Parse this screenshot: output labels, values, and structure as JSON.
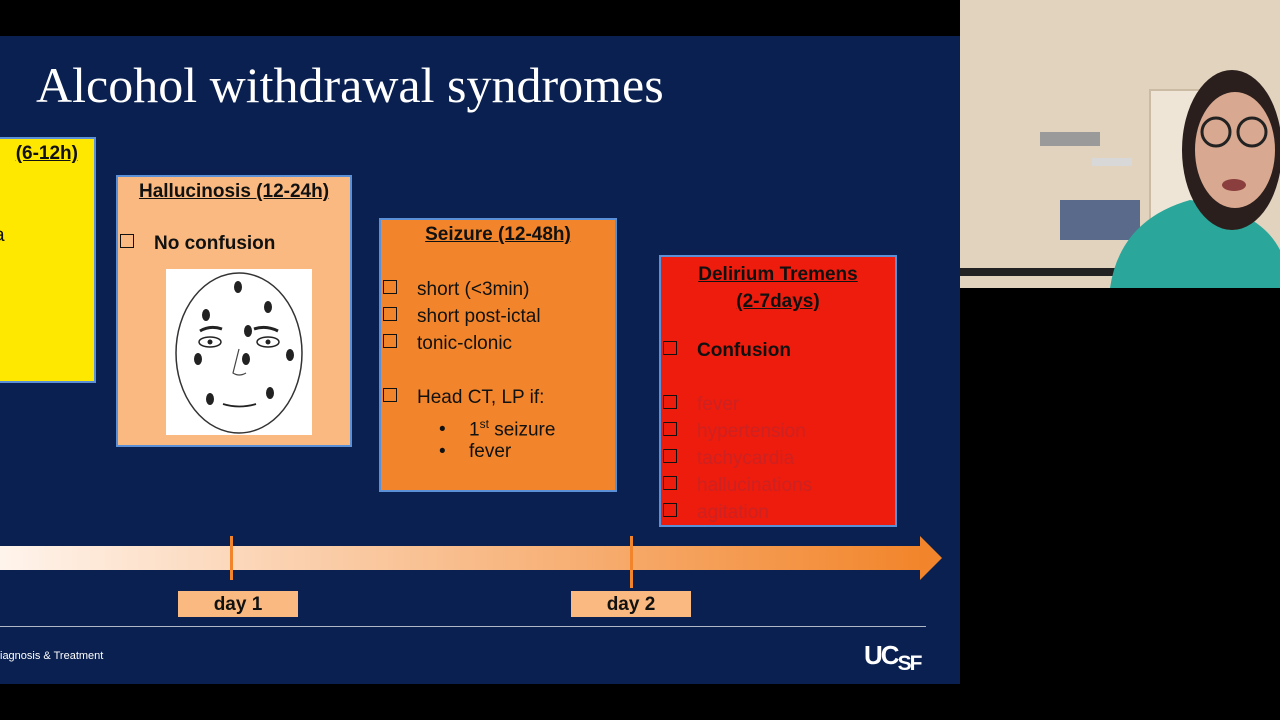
{
  "slide": {
    "title": "Alcohol withdrawal syndromes",
    "footer_text": "iagnosis & Treatment",
    "logo": {
      "uc": "UC",
      "sf": "SF"
    }
  },
  "stages": {
    "yellow": {
      "header": "(6-12h)",
      "clip_text": "a"
    },
    "hallucinosis": {
      "header": "Hallucinosis (12-24h)",
      "item": "No confusion"
    },
    "seizure": {
      "header": "Seizure (12-48h)",
      "items": [
        "short (<3min)",
        "short post-ictal",
        "tonic-clonic"
      ],
      "ct_item": "Head CT, LP if:",
      "sub_first_pre": "1",
      "sub_first_sup": "st",
      "sub_first_post": " seizure",
      "sub_fever": "fever"
    },
    "dt": {
      "header_line1": "Delirium Tremens",
      "header_line2": "(2-7days)",
      "confusion": "Confusion",
      "symptoms": [
        "fever",
        "hypertension",
        "tachycardia",
        "hallucinations",
        "agitation"
      ]
    }
  },
  "timeline": {
    "day1": "day 1",
    "day2": "day 2"
  },
  "colors": {
    "slide_bg": "#0a2050",
    "yellow": "#ffe800",
    "hallucinosis": "#f9b980",
    "seizure": "#f2852b",
    "delirium": "#ee1c0c",
    "arrow": "#f2852b"
  },
  "icons": {
    "checkbox": "checkbox-square-icon",
    "face": "face-with-bugs-icon",
    "timeline_arrow": "timeline-arrow-icon",
    "presenter": "presenter-webcam-image"
  }
}
